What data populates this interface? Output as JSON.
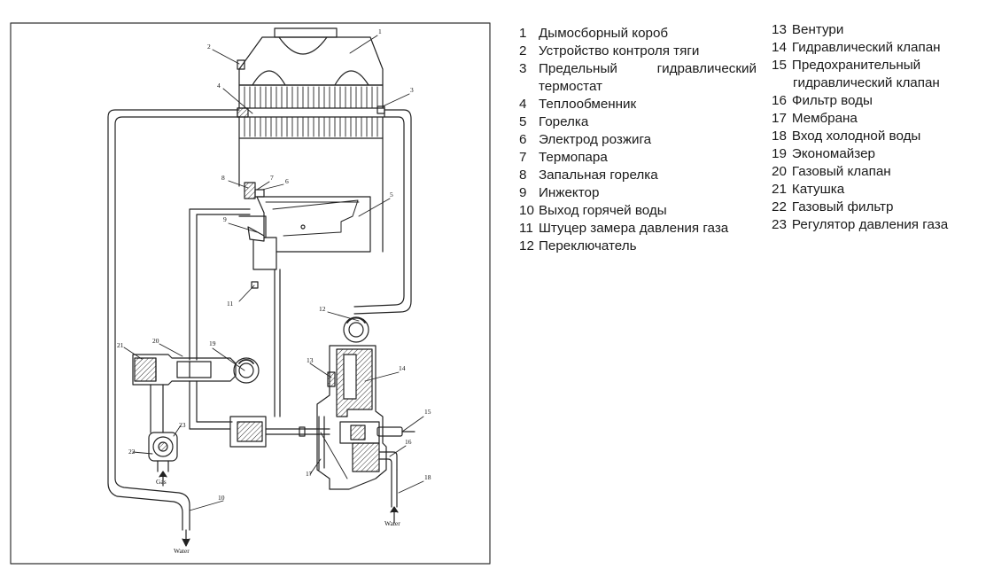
{
  "diagram": {
    "callouts": [
      "1",
      "2",
      "3",
      "4",
      "5",
      "6",
      "7",
      "8",
      "9",
      "10",
      "11",
      "12",
      "13",
      "14",
      "15",
      "16",
      "17",
      "18",
      "19",
      "20",
      "21",
      "22",
      "23"
    ],
    "flow_labels": {
      "gas": "Gas",
      "water_in": "Water",
      "water_out": "Water"
    }
  },
  "legend_left": [
    {
      "num": "1",
      "label": "Дымосборный короб"
    },
    {
      "num": "2",
      "label": "Устройство контроля тяги"
    },
    {
      "num": "3",
      "label": "Предельный гидравлический термостат"
    },
    {
      "num": "4",
      "label": "Теплообменник"
    },
    {
      "num": "5",
      "label": "Горелка"
    },
    {
      "num": "6",
      "label": "Электрод розжига"
    },
    {
      "num": "7",
      "label": "Термопара"
    },
    {
      "num": "8",
      "label": "Запальная горелка"
    },
    {
      "num": "9",
      "label": "Инжектор"
    },
    {
      "num": "10",
      "label": "Выход горячей воды"
    },
    {
      "num": "11",
      "label": "Штуцер замера давления газа"
    },
    {
      "num": "12",
      "label": "Переключатель"
    }
  ],
  "legend_right": [
    {
      "num": "13",
      "label": "Вентури"
    },
    {
      "num": "14",
      "label": "Гидравлический клапан"
    },
    {
      "num": "15",
      "label": "Предохранительный",
      "cont": "гидравлический клапан"
    },
    {
      "num": "16",
      "label": "Фильтр воды"
    },
    {
      "num": "17",
      "label": "Мембрана"
    },
    {
      "num": "18",
      "label": "Вход холодной воды"
    },
    {
      "num": "19",
      "label": "Экономайзер"
    },
    {
      "num": "20",
      "label": "Газовый клапан"
    },
    {
      "num": "21",
      "label": "Катушка"
    },
    {
      "num": "22",
      "label": "Газовый фильтр"
    },
    {
      "num": "23",
      "label": "Регулятор давления газа"
    }
  ]
}
